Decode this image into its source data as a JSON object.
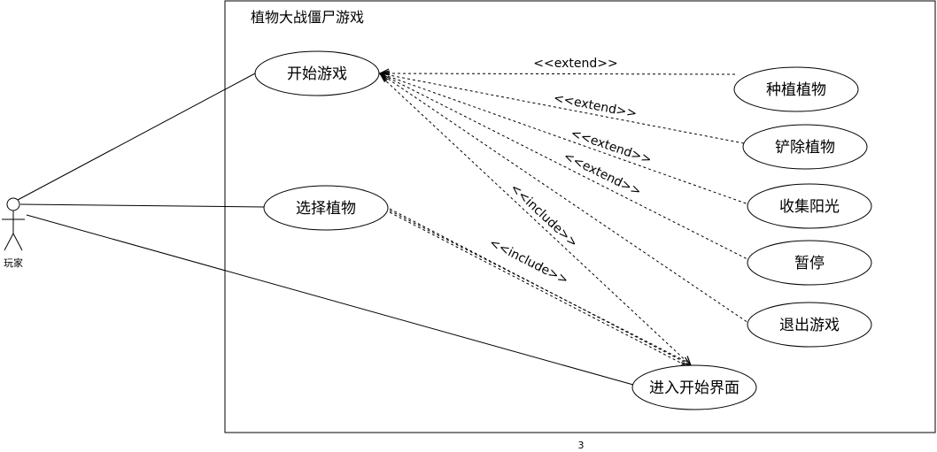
{
  "system": {
    "title": "植物大战僵尸游戏"
  },
  "actor": {
    "name": "玩家"
  },
  "use_cases": {
    "start_game": "开始游戏",
    "select_plant": "选择植物",
    "plant": "种植植物",
    "remove_plant": "铲除植物",
    "collect_sun": "收集阳光",
    "pause": "暂停",
    "quit_game": "退出游戏",
    "enter_start_screen": "进入开始界面"
  },
  "relations": {
    "extend": "<<extend>>",
    "include": "<<include>>"
  },
  "page_number": "3"
}
